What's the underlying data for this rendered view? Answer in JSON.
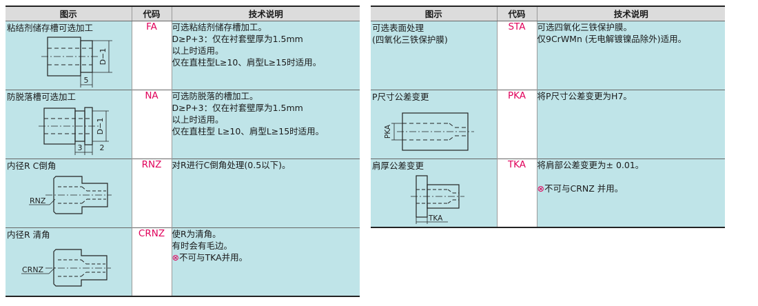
{
  "left_table": {
    "headers": [
      "图示",
      "代码",
      "技术说明"
    ],
    "rows": [
      {
        "label": "粘结剂储存槽可选加工",
        "code": "FA",
        "dims": [
          "D−1",
          "5"
        ],
        "desc": [
          "可选粘结剂储存槽加工。",
          "D≥P+3：仅在衬套壁厚为1.5mm",
          "以上时适用。",
          "仅在直柱型L≥10、肩型L≥15时适用。"
        ]
      },
      {
        "label": "防脱落槽可选加工",
        "code": "NA",
        "dims": [
          "D−1",
          "3",
          "2"
        ],
        "desc": [
          "可选防脱落的槽加工。",
          "D≥P+3：仅在衬套壁厚为1.5mm",
          "以上时适用。",
          "仅在直柱型 L≥10、肩型L≥15时适用。"
        ]
      },
      {
        "label": "内径R C倒角",
        "code": "RNZ",
        "dims": [
          "RNZ"
        ],
        "desc": [
          "对R进行C倒角处理(0.5以下)。"
        ]
      },
      {
        "label": "内径R 清角",
        "code": "CRNZ",
        "dims": [
          "CRNZ"
        ],
        "desc": [
          "使R为清角。",
          "有时会有毛边。"
        ],
        "warn_symbol": "⊗",
        "warn": "不可与TKA并用。"
      }
    ]
  },
  "right_table": {
    "headers": [
      "图示",
      "代码",
      "技术说明"
    ],
    "rows": [
      {
        "label": "可选表面处理",
        "sublabel": "(四氧化三铁保护膜)",
        "code": "STA",
        "desc": [
          "可选四氧化三铁保护膜。",
          "仅9CrWMn (无电解镀镍品除外)适用。"
        ]
      },
      {
        "label": "P尺寸公差变更",
        "code": "PKA",
        "dims": [
          "PKA"
        ],
        "desc": [
          "将P尺寸公差变更为H7。"
        ]
      },
      {
        "label": "肩厚公差变更",
        "code": "TKA",
        "dims": [
          "TKA"
        ],
        "desc": [
          "将肩部公差变更为± 0.01。"
        ],
        "warn_symbol": "⊗",
        "warn": "不可与CRNZ 并用。"
      }
    ]
  }
}
